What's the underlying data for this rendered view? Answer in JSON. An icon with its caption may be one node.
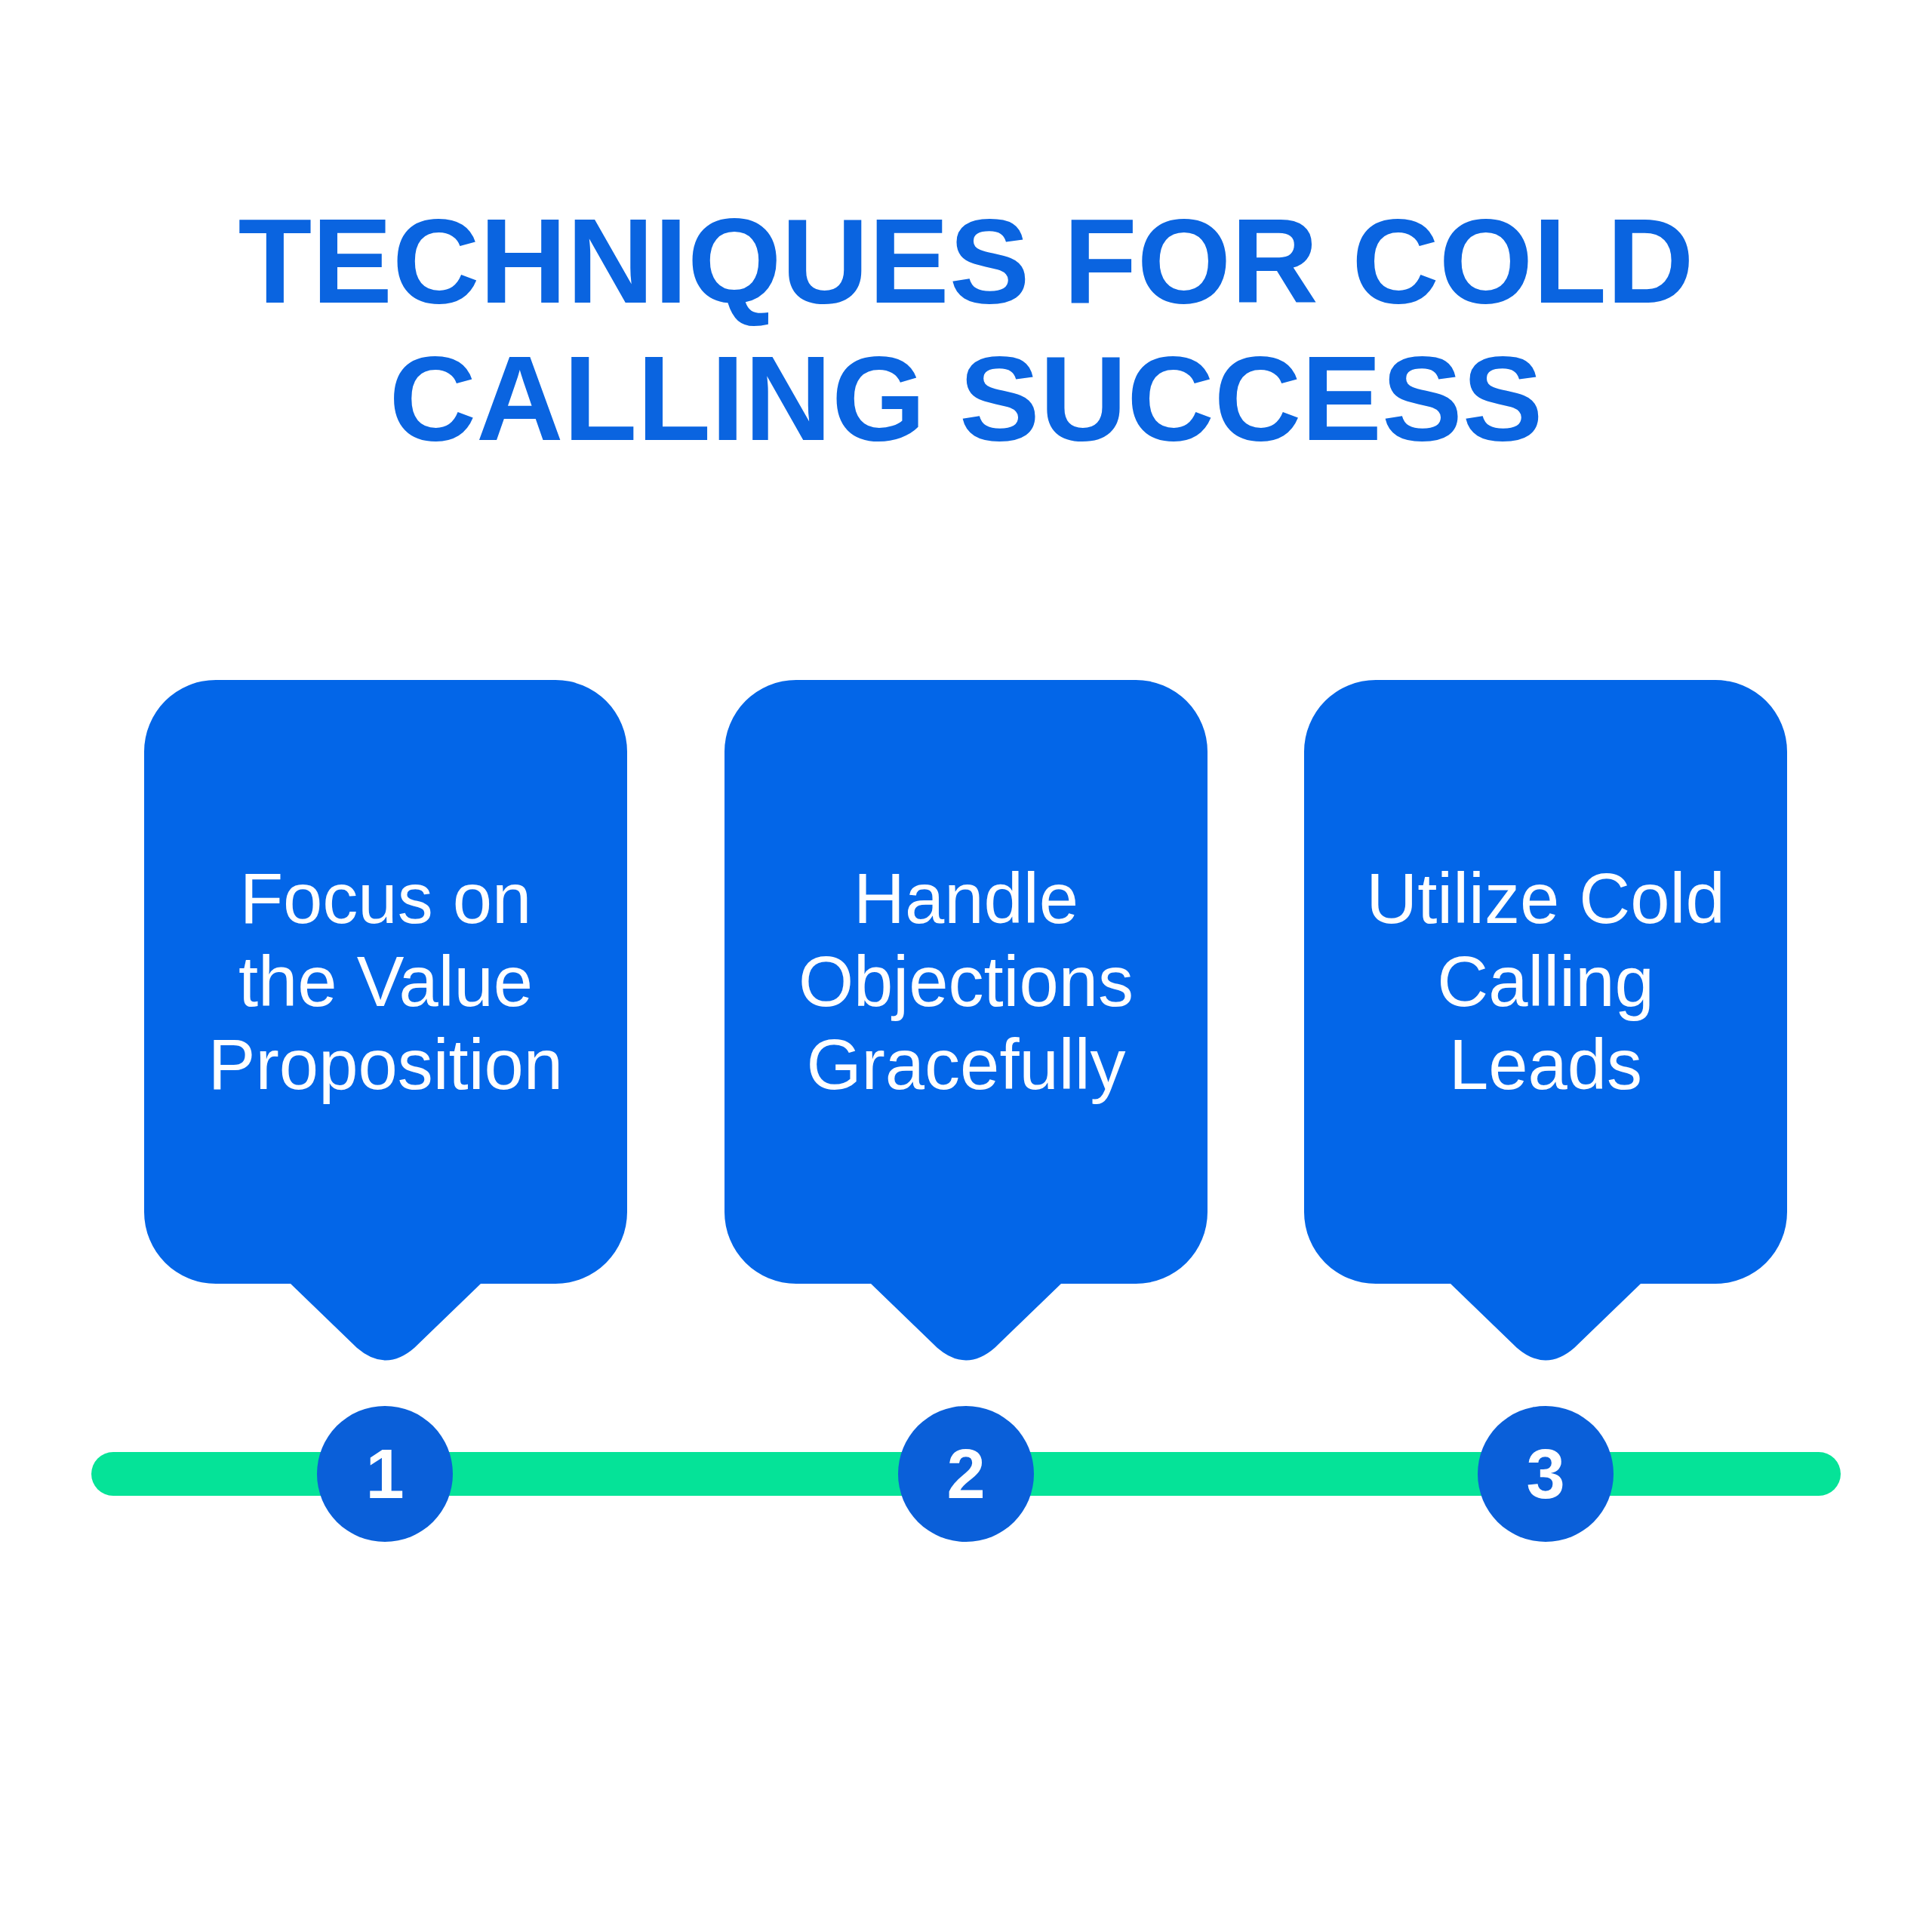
{
  "diagram": {
    "title": "TECHNIQUES FOR COLD CALLING SUCCESS",
    "nodes": [
      {
        "text": [
          "Focus on the Value Proposition"
        ]
      },
      {
        "text": [
          "Handle Objections Gracefully"
        ]
      },
      {
        "text": [
          "Utilize Cold Calling Leads"
        ]
      },
      {
        "text": [
          "1"
        ]
      },
      {
        "text": [
          "2"
        ]
      },
      {
        "text": [
          "3"
        ]
      }
    ]
  }
}
